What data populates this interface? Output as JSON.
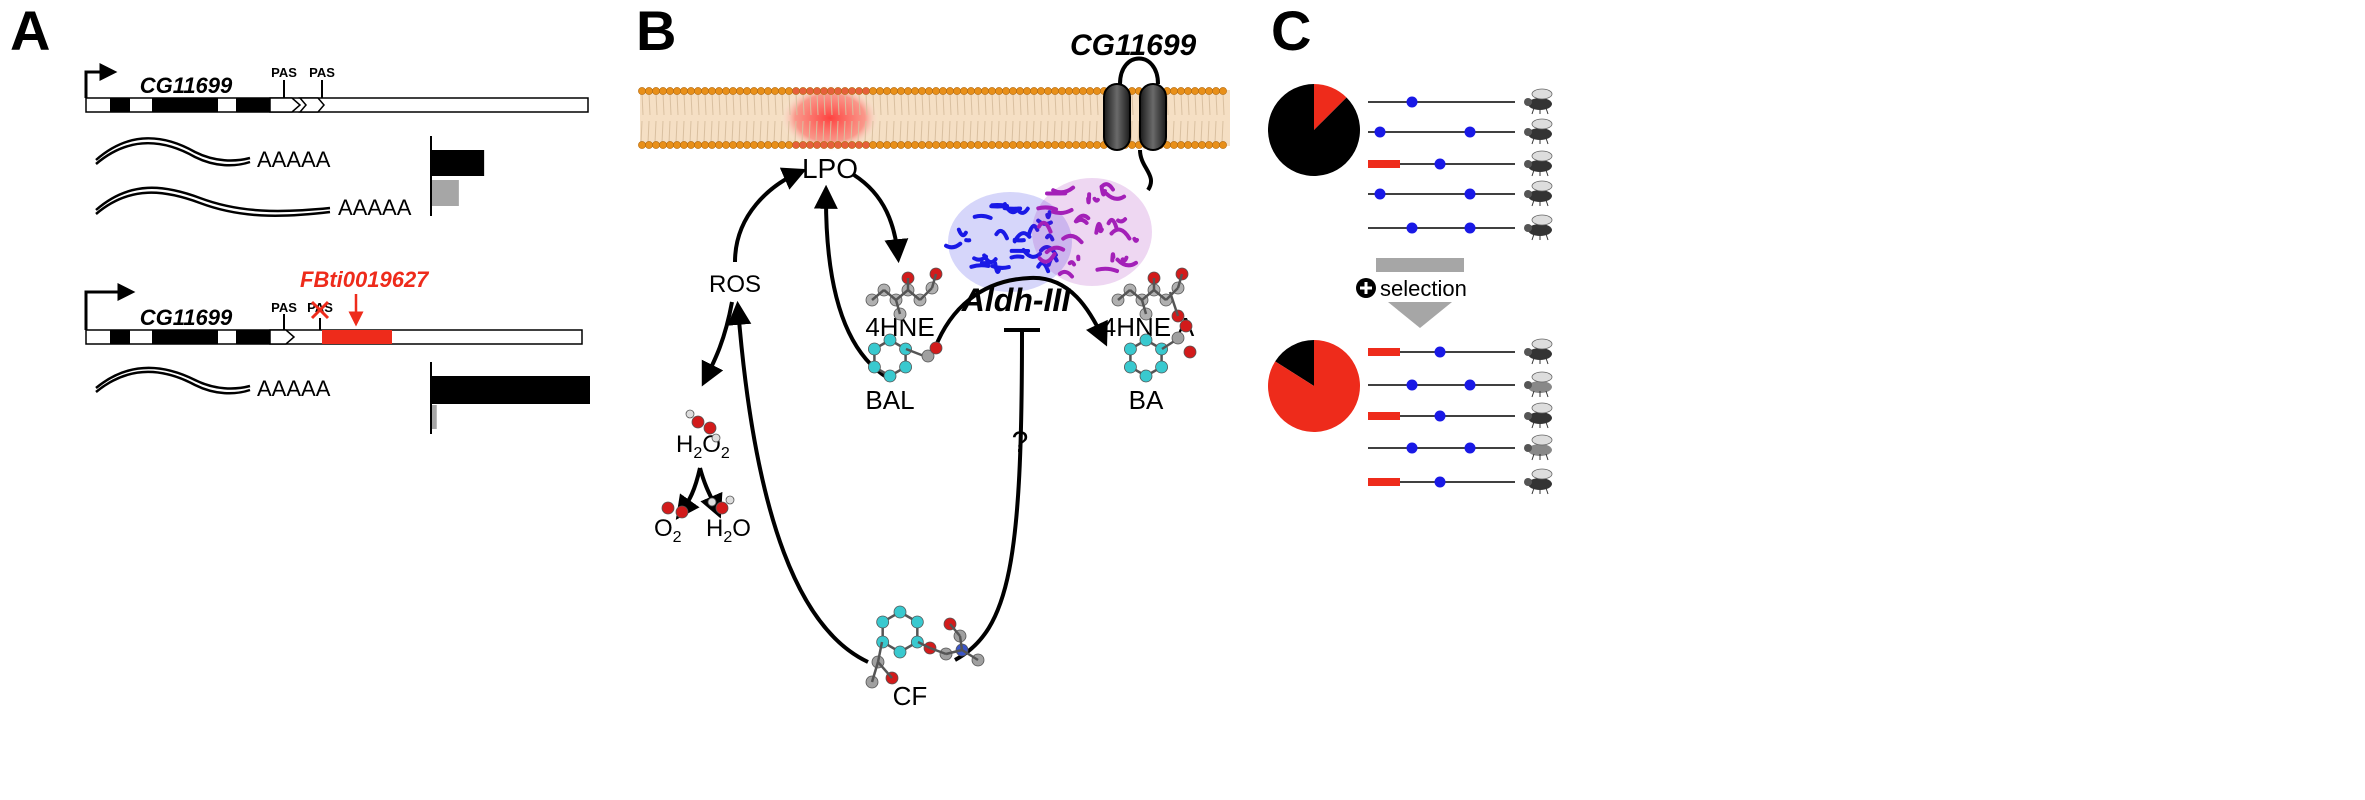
{
  "panels": {
    "a": "A",
    "b": "B",
    "c": "C"
  },
  "colors": {
    "red": "#ee2b1b",
    "black": "#000000",
    "gray": "#a6a6a6",
    "blue": "#1919e6",
    "cyan": "#39c9cf",
    "magenta": "#a320b8",
    "membrane_head": "#e88f19"
  },
  "panel_a": {
    "gene": "CG11699",
    "pas": "PAS",
    "polyA": "AAAAA",
    "insertion": "FBti0019627",
    "chart_data": [
      {
        "type": "bar",
        "orientation": "horizontal",
        "values": [
          0.33,
          0.17
        ],
        "colors": [
          "#000000",
          "#a6a6a6"
        ]
      },
      {
        "type": "bar",
        "orientation": "horizontal",
        "values": [
          1.0,
          0.03
        ],
        "colors": [
          "#000000",
          "#a6a6a6"
        ]
      }
    ]
  },
  "panel_b": {
    "gene": "CG11699",
    "lpo": "LPO",
    "ros": "ROS",
    "hne": "4HNE",
    "hne_a": "4HNE A",
    "bal": "BAL",
    "ba": "BA",
    "cf": "CF",
    "aldh": "Aldh-III",
    "h2o2": {
      "main": "H",
      "sub1": "2",
      "mid": "O",
      "sub2": "2"
    },
    "o2": {
      "main": "O",
      "sub": "2"
    },
    "h2o": {
      "main": "H",
      "sub": "2",
      "tail": "O"
    },
    "question": "?"
  },
  "panel_c": {
    "selection": "selection",
    "chart_data": [
      {
        "type": "pie",
        "slices": [
          {
            "color": "#ee2b1b",
            "value": 0.125
          },
          {
            "color": "#000000",
            "value": 0.875
          }
        ]
      },
      {
        "type": "pie",
        "slices": [
          {
            "color": "#000000",
            "value": 0.16
          },
          {
            "color": "#ee2b1b",
            "value": 0.84
          }
        ]
      }
    ]
  }
}
